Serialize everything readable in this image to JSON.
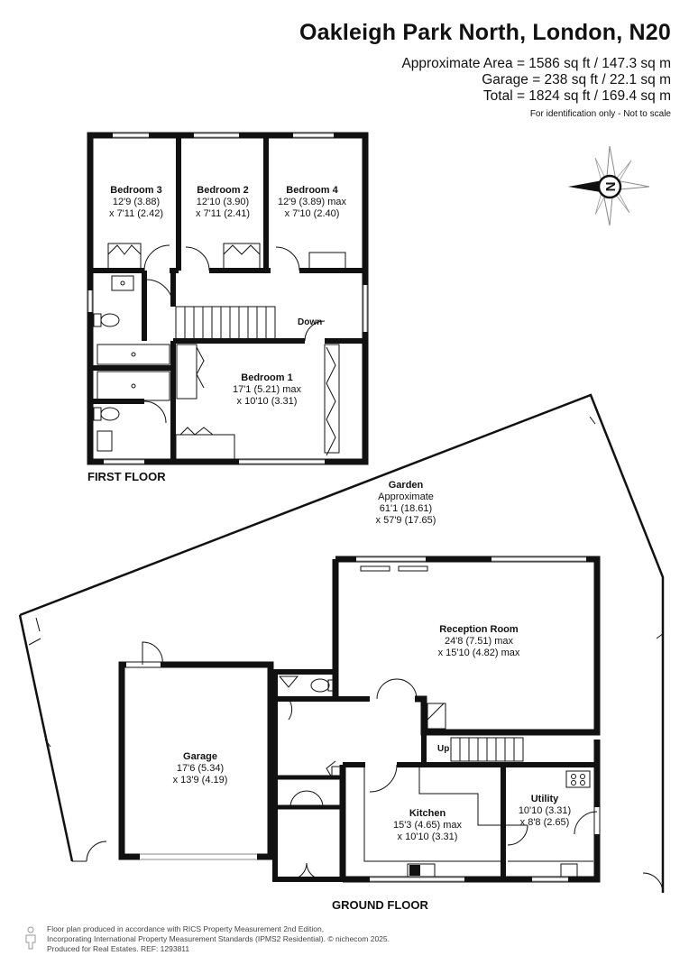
{
  "header": {
    "title": "Oakleigh Park North, London, N20",
    "area_main": "Approximate Area = 1586 sq ft / 147.3 sq m",
    "area_garage": "Garage = 238 sq ft / 22.1 sq m",
    "area_total": "Total = 1824 sq ft / 169.4 sq m",
    "note": "For identification only - Not to scale"
  },
  "compass": {
    "icon": "north-compass-icon",
    "letter": "N"
  },
  "first_floor": {
    "label": "FIRST FLOOR",
    "bedroom3": {
      "name": "Bedroom 3",
      "dim1": "12'9 (3.88)",
      "dim2": "x 7'11 (2.42)"
    },
    "bedroom2": {
      "name": "Bedroom 2",
      "dim1": "12'10 (3.90)",
      "dim2": "x 7'11 (2.41)"
    },
    "bedroom4": {
      "name": "Bedroom 4",
      "dim1": "12'9 (3.89) max",
      "dim2": "x 7'10 (2.40)"
    },
    "bedroom1": {
      "name": "Bedroom 1",
      "dim1": "17'1 (5.21) max",
      "dim2": "x 10'10 (3.31)"
    },
    "stairs_label": "Down"
  },
  "garden": {
    "name": "Garden",
    "dim0": "Approximate",
    "dim1": "61'1 (18.61)",
    "dim2": "x 57'9 (17.65)"
  },
  "ground_floor": {
    "label": "GROUND FLOOR",
    "reception": {
      "name": "Reception Room",
      "dim1": "24'8 (7.51) max",
      "dim2": "x 15'10 (4.82) max"
    },
    "garage": {
      "name": "Garage",
      "dim1": "17'6 (5.34)",
      "dim2": "x 13'9 (4.19)"
    },
    "kitchen": {
      "name": "Kitchen",
      "dim1": "15'3 (4.65) max",
      "dim2": "x 10'10 (3.31)"
    },
    "utility": {
      "name": "Utility",
      "dim1": "10'10 (3.31)",
      "dim2": "x 8'8 (2.65)"
    },
    "stairs_label": "Up"
  },
  "footer": {
    "line1": "Floor plan produced in accordance with RICS Property Measurement 2nd Edition,",
    "line2": "Incorporating International Property Measurement Standards (IPMS2 Residential).  © nichecom 2025.",
    "line3": "Produced for Real Estates.   REF: 1293811"
  }
}
